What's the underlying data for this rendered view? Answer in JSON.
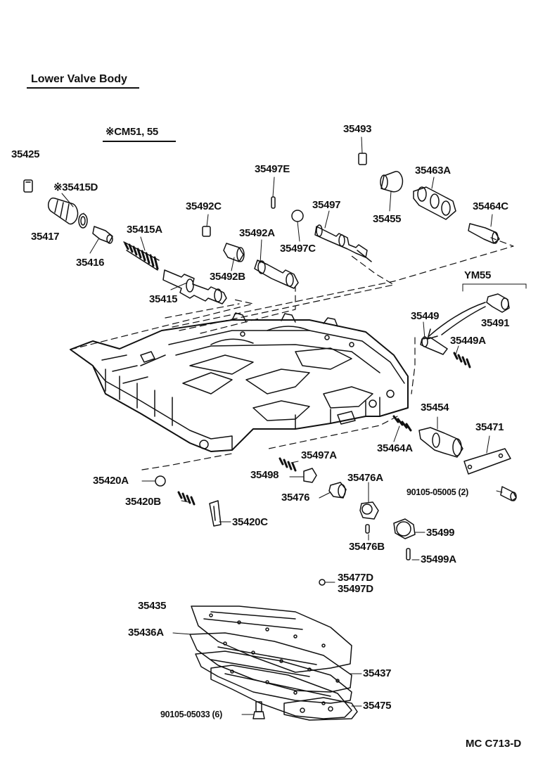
{
  "title": "Lower Valve Body",
  "diagram_code": "MC C713-D",
  "variants": {
    "cm": "※CM51, 55",
    "ym": "YM55"
  },
  "parts": {
    "p35493": "35493",
    "p35425": "35425",
    "p35497E": "35497E",
    "p35463A": "35463A",
    "p35415D": "※35415D",
    "p35455": "35455",
    "p35492C": "35492C",
    "p35497": "35497",
    "p35464C": "35464C",
    "p35417": "35417",
    "p35415A": "35415A",
    "p35492A": "35492A",
    "p35416": "35416",
    "p35497C": "35497C",
    "p35492B": "35492B",
    "p35415": "35415",
    "p35449": "35449",
    "p35491": "35491",
    "p35449A": "35449A",
    "p35454": "35454",
    "p35471": "35471",
    "p35464A": "35464A",
    "p35497A": "35497A",
    "p35420A": "35420A",
    "p35498": "35498",
    "p35476A": "35476A",
    "p90105a": "90105-05005 (2)",
    "p35476": "35476",
    "p35420B": "35420B",
    "p35420C": "35420C",
    "p35499": "35499",
    "p35476B": "35476B",
    "p35499A": "35499A",
    "p35477D": "35477D",
    "p35497D": "35497D",
    "p35435": "35435",
    "p35436A": "35436A",
    "p35437": "35437",
    "p35475": "35475",
    "p90105b": "90105-05033 (6)"
  }
}
